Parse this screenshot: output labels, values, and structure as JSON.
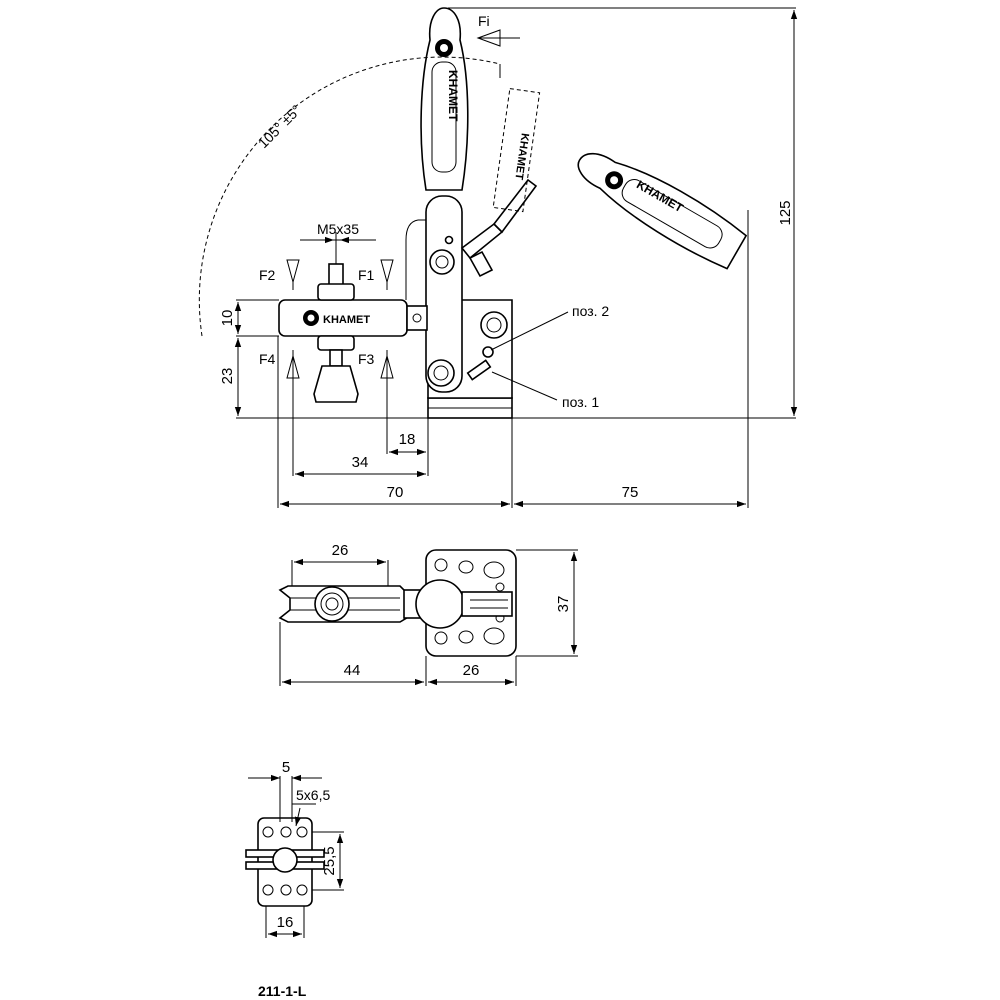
{
  "brand": "KHAMET",
  "part_number": "211-1-L",
  "angle_label": "105° ±5°",
  "force_labels": {
    "fi": "Fi",
    "f1": "F1",
    "f2": "F2",
    "f3": "F3",
    "f4": "F4"
  },
  "thread_label": "M5x35",
  "positions": {
    "pos1": "поз. 1",
    "pos2": "поз. 2"
  },
  "side_view": {
    "d125": "125",
    "d10": "10",
    "d23": "23",
    "d18": "18",
    "d34": "34",
    "d70": "70",
    "d75": "75"
  },
  "top_view": {
    "d26_top": "26",
    "d37": "37",
    "d44": "44",
    "d26_bottom": "26"
  },
  "base_view": {
    "d5": "5",
    "d5x65": "5x6,5",
    "d255": "25,5",
    "d16": "16"
  }
}
